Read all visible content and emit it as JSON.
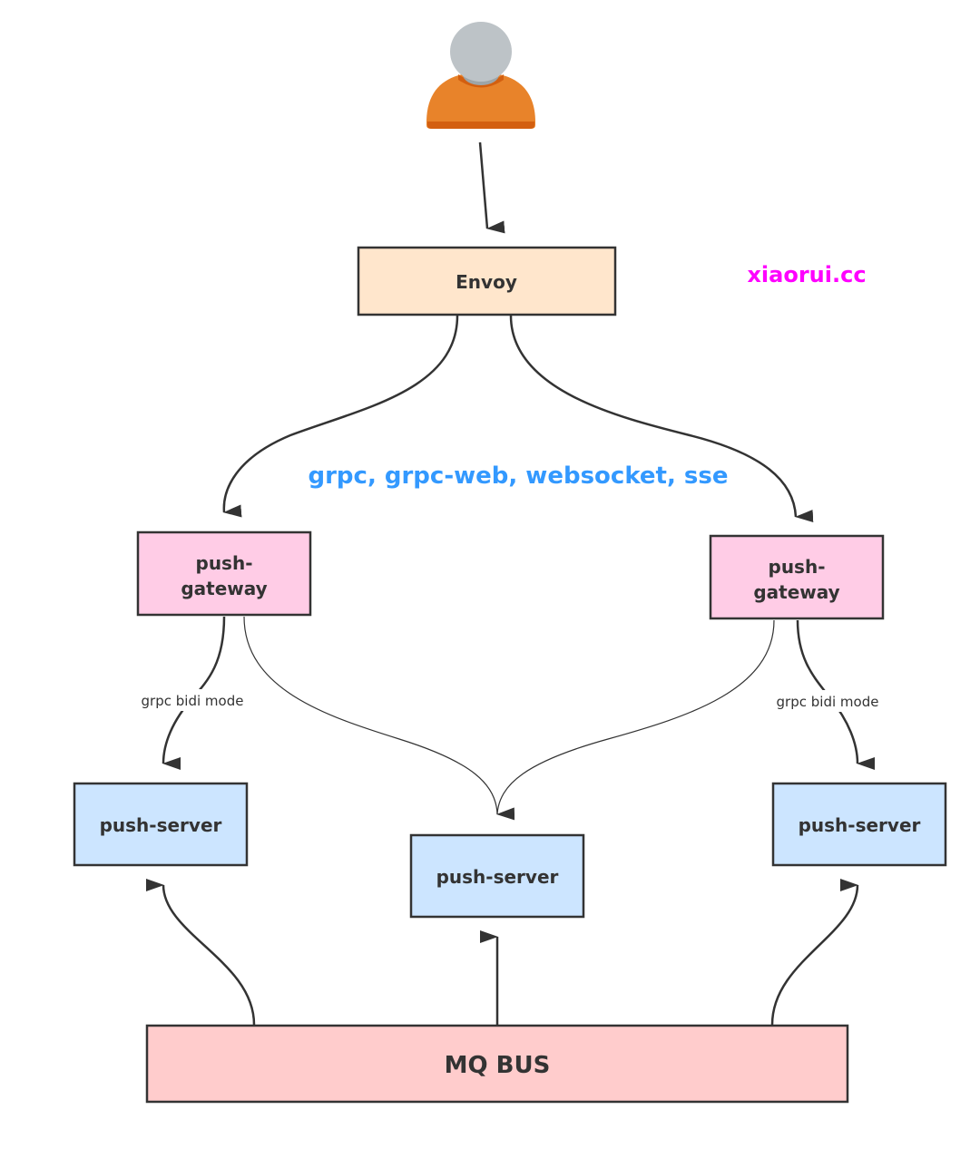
{
  "diagram": {
    "user": {
      "label": "user-icon"
    },
    "nodes": {
      "envoy": {
        "label": "Envoy",
        "color": "#FFE6CC"
      },
      "gateway_left": {
        "label_line1": "push-",
        "label_line2": "gateway",
        "color": "#FFCCE6"
      },
      "gateway_right": {
        "label_line1": "push-",
        "label_line2": "gateway",
        "color": "#FFCCE6"
      },
      "server_left": {
        "label": "push-server",
        "color": "#CCE5FF"
      },
      "server_middle": {
        "label": "push-server",
        "color": "#CCE5FF"
      },
      "server_right": {
        "label": "push-server",
        "color": "#CCE5FF"
      },
      "mq_bus": {
        "label": "MQ BUS",
        "color": "#FFCCCC"
      }
    },
    "labels": {
      "protocols": "grpc, grpc-web, websocket, sse",
      "protocols_color": "#3399FF",
      "bidi_left": "grpc bidi mode",
      "bidi_right": "grpc bidi mode",
      "watermark": "xiaorui.cc",
      "watermark_color": "#FF00FF"
    },
    "edges": [
      {
        "from": "user",
        "to": "envoy"
      },
      {
        "from": "envoy",
        "to": "gateway_left"
      },
      {
        "from": "envoy",
        "to": "gateway_right"
      },
      {
        "from": "gateway_left",
        "to": "server_left",
        "label": "grpc bidi mode"
      },
      {
        "from": "gateway_left",
        "to": "server_middle"
      },
      {
        "from": "gateway_right",
        "to": "server_middle"
      },
      {
        "from": "gateway_right",
        "to": "server_right",
        "label": "grpc bidi mode"
      },
      {
        "from": "mq_bus",
        "to": "server_left"
      },
      {
        "from": "mq_bus",
        "to": "server_middle"
      },
      {
        "from": "mq_bus",
        "to": "server_right"
      }
    ]
  }
}
